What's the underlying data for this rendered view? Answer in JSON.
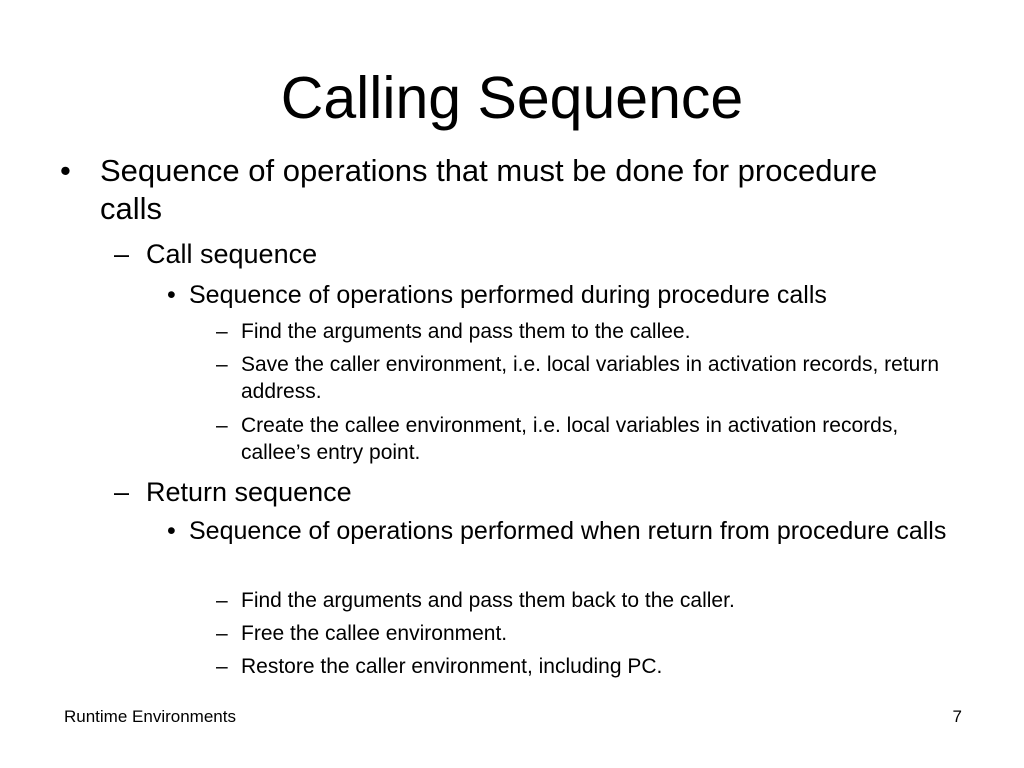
{
  "slide": {
    "title": "Calling Sequence",
    "items": [
      {
        "marker": "•",
        "text": "Sequence of operations that must be done for procedure calls"
      },
      {
        "marker": "–",
        "text": "Call sequence"
      },
      {
        "marker": "•",
        "text": "Sequence of operations performed during procedure calls"
      },
      {
        "marker": "–",
        "text": "Find the arguments and pass them to the callee."
      },
      {
        "marker": "–",
        "text": "Save the caller environment, i.e. local variables in activation records, return address."
      },
      {
        "marker": "–",
        "text": "Create the callee environment, i.e. local variables in activation records, callee’s entry point."
      },
      {
        "marker": "–",
        "text": "Return sequence"
      },
      {
        "marker": "•",
        "text": "Sequence of operations performed when return from procedure calls"
      },
      {
        "marker": "–",
        "text": "Find the arguments and pass them back to the caller."
      },
      {
        "marker": "–",
        "text": "Free the callee environment."
      },
      {
        "marker": "–",
        "text": "Restore the caller environment, including PC."
      }
    ]
  },
  "footer": {
    "left": "Runtime Environments",
    "page_number": "7"
  }
}
